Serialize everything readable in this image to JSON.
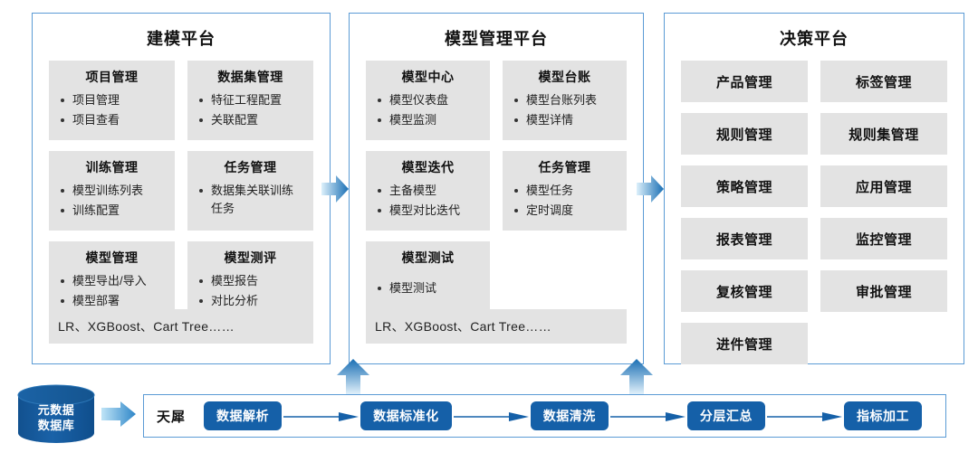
{
  "panels": [
    {
      "id": "modeling",
      "title": "建模平台",
      "cards": [
        {
          "title": "项目管理",
          "items": [
            "项目管理",
            "项目查看"
          ]
        },
        {
          "title": "数据集管理",
          "items": [
            "特征工程配置",
            "关联配置"
          ]
        },
        {
          "title": "训练管理",
          "items": [
            "模型训练列表",
            "训练配置"
          ]
        },
        {
          "title": "任务管理",
          "items": [
            "数据集关联训练任务"
          ]
        },
        {
          "title": "模型管理",
          "items": [
            "模型导出/导入",
            "模型部署"
          ]
        },
        {
          "title": "模型测评",
          "items": [
            "模型报告",
            "对比分析"
          ]
        }
      ],
      "algorithms": "LR、XGBoost、Cart Tree……"
    },
    {
      "id": "modelmgmt",
      "title": "模型管理平台",
      "cards": [
        {
          "title": "模型中心",
          "items": [
            "模型仪表盘",
            "模型监测"
          ]
        },
        {
          "title": "模型台账",
          "items": [
            "模型台账列表",
            "模型详情"
          ]
        },
        {
          "title": "模型迭代",
          "items": [
            "主备模型",
            "模型对比迭代"
          ]
        },
        {
          "title": "任务管理",
          "items": [
            "模型任务",
            "定时调度"
          ]
        },
        {
          "title": "模型测试",
          "items": [
            "模型测试"
          ]
        }
      ],
      "algorithms": "LR、XGBoost、Cart Tree……"
    },
    {
      "id": "decision",
      "title": "决策平台",
      "tiles": [
        "产品管理",
        "标签管理",
        "规则管理",
        "规则集管理",
        "策略管理",
        "应用管理",
        "报表管理",
        "监控管理",
        "复核管理",
        "审批管理",
        "进件管理"
      ]
    }
  ],
  "pipeline": {
    "database_label_line1": "元数据",
    "database_label_line2": "数据库",
    "brand": "天犀",
    "steps": [
      "数据解析",
      "数据标准化",
      "数据清洗",
      "分层汇总",
      "指标加工"
    ]
  },
  "colors": {
    "panel_border": "#5B9BD5",
    "card_bg": "#E3E3E3",
    "pipeline_step_bg": "#1560A8",
    "cylinder_fill": "#16599E",
    "arrow_dark": "#1F6FB5",
    "arrow_light": "#D7EBF8",
    "text": "#111111"
  },
  "icons": {
    "arrow_right": "arrow-right-icon",
    "arrow_up": "arrow-up-icon",
    "database": "database-cylinder-icon",
    "bullet": "bullet-dot-icon"
  }
}
